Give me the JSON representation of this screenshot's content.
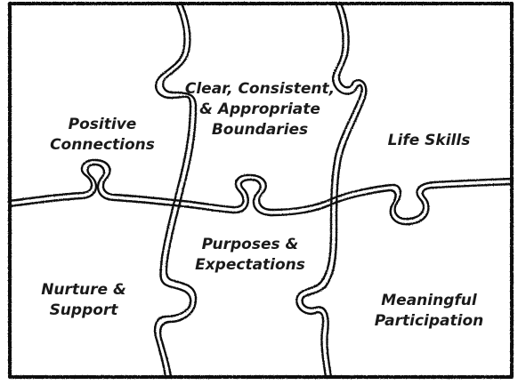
{
  "puzzle": {
    "pieces": [
      {
        "id": "top-left",
        "lines": [
          "Positive",
          "Connections"
        ]
      },
      {
        "id": "top-middle",
        "lines": [
          "Clear, Consistent,",
          "& Appropriate",
          "Boundaries"
        ]
      },
      {
        "id": "top-right",
        "lines": [
          "Life Skills"
        ]
      },
      {
        "id": "bottom-left",
        "lines": [
          "Nurture &",
          "Support"
        ]
      },
      {
        "id": "bottom-middle",
        "lines": [
          "Purposes &",
          "Expectations"
        ]
      },
      {
        "id": "bottom-right",
        "lines": [
          "Meaningful",
          "Participation"
        ]
      }
    ]
  }
}
